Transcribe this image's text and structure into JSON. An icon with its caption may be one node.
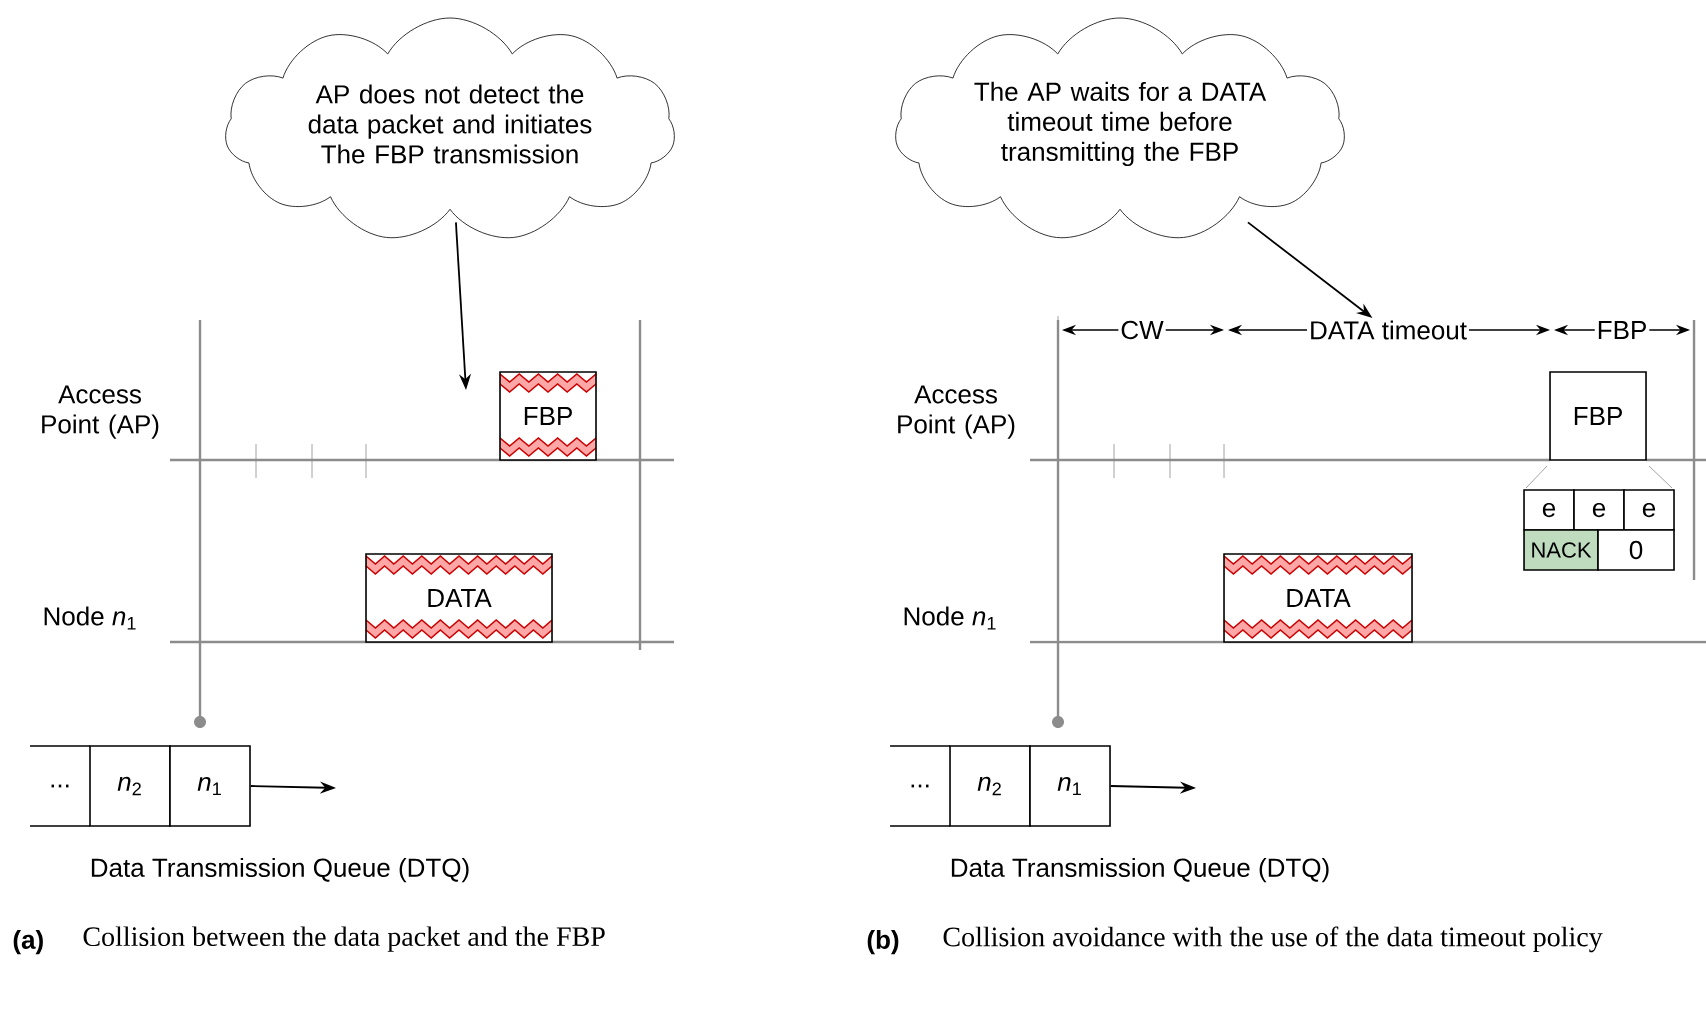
{
  "diagram": {
    "nodes": [
      {
        "text": [
          "AP does not detect the data packet and initiates The FBP transmission"
        ]
      },
      {
        "text": [
          "FBP"
        ]
      },
      {
        "text": [
          "DATA"
        ]
      },
      {
        "text": [
          "..."
        ]
      },
      {
        "text": [
          "*n*$_{2}$"
        ]
      },
      {
        "text": [
          "*n*$_{1}$"
        ]
      },
      {
        "text": [
          "The AP waits for a DATA timeout time before transmitting the FBP"
        ]
      },
      {
        "text": [
          "FBP"
        ]
      },
      {
        "text": [
          "e"
        ]
      },
      {
        "text": [
          "e"
        ]
      },
      {
        "text": [
          "e"
        ]
      },
      {
        "text": [
          "NACK"
        ]
      },
      {
        "text": [
          "0"
        ]
      },
      {
        "text": [
          "DATA"
        ]
      },
      {
        "text": [
          "..."
        ]
      },
      {
        "text": [
          "*n*$_{2}$"
        ]
      },
      {
        "text": [
          "*n*$_{1}$"
        ]
      },
      {
        "text": [
          "DATA timeout"
        ]
      }
    ],
    "edges": [
      {
        "from": 0,
        "to": null,
        "arrow": "to"
      },
      {
        "from": 5,
        "to": null,
        "arrow": "to"
      },
      {
        "from": 6,
        "to": 17,
        "arrow": "to"
      },
      {
        "from": 16,
        "to": null,
        "arrow": "to"
      }
    ],
    "labels": [
      "Access Point (AP)",
      "Node *n*$_{1}$",
      "Data Transmission Queue (DTQ)",
      "CW",
      "FBP",
      "Access Point (AP)",
      "Node *n*$_{1}$",
      "Data Transmission Queue (DTQ)",
      "(a)",
      "Collision between the data packet and the FBP",
      "(b)",
      "Collision avoidance with the use of the data timeout policy"
    ]
  }
}
